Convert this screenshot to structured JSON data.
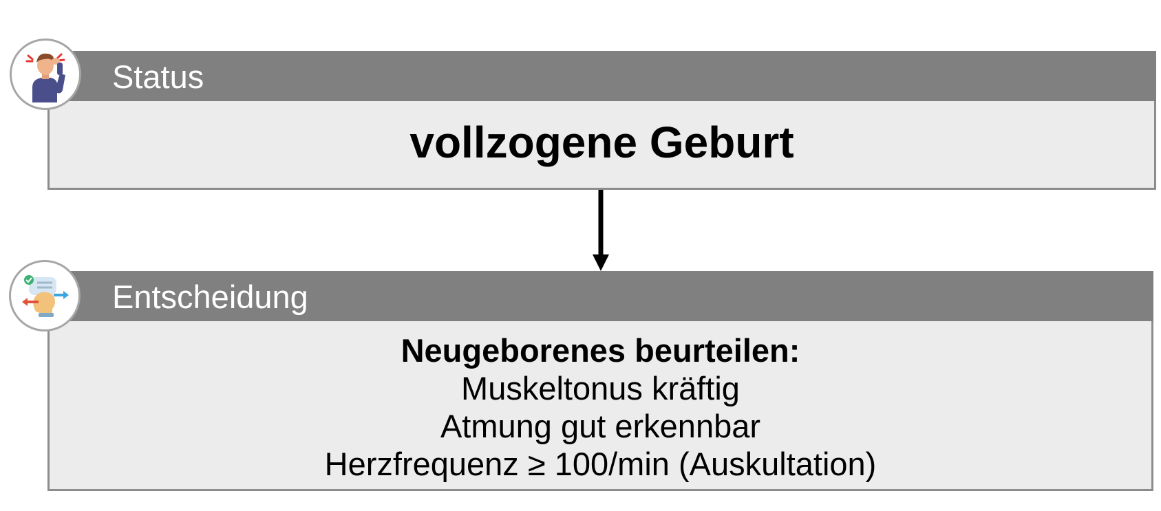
{
  "status_section": {
    "header_label": "Status",
    "icon": "distressed-person-icon",
    "value": "vollzogene Geburt"
  },
  "decision_section": {
    "header_label": "Entscheidung",
    "icon": "decision-head-icon",
    "heading": "Neugeborenes beurteilen:",
    "criteria": [
      "Muskeltonus kräftig",
      "Atmung gut erkennbar",
      "Herzfrequenz ≥ 100/min (Auskultation)"
    ]
  },
  "colors": {
    "header_bar": "#808080",
    "card_body": "#ececec",
    "card_border": "#8c8c8c",
    "badge_border": "#a6a6a6",
    "text": "#000000",
    "header_text": "#ffffff"
  }
}
